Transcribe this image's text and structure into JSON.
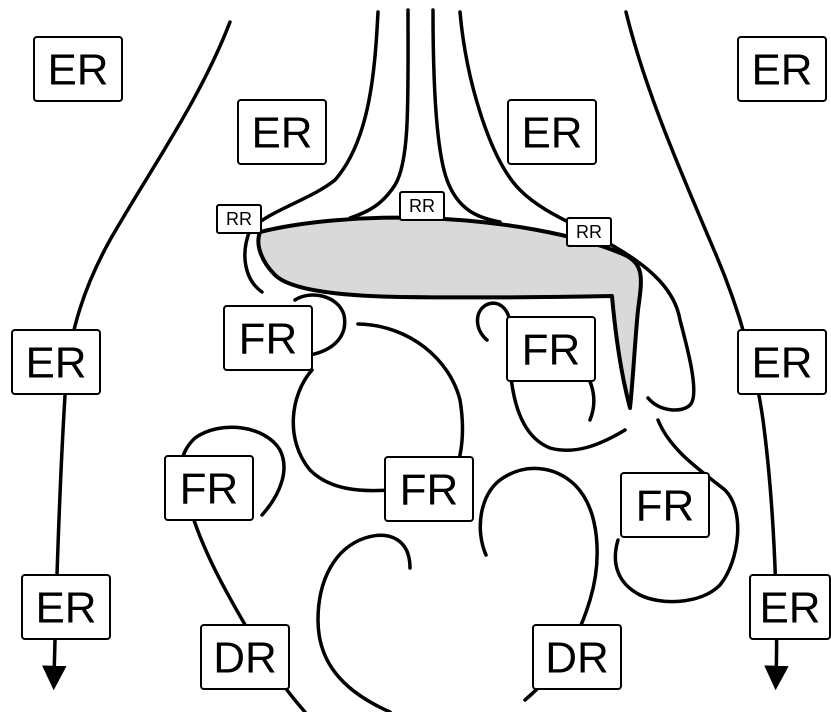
{
  "labels": {
    "er": "ER",
    "rr": "RR",
    "fr": "FR",
    "dr": "DR"
  },
  "colors": {
    "body_fill": "#d9d9d9",
    "stroke": "#000000"
  }
}
